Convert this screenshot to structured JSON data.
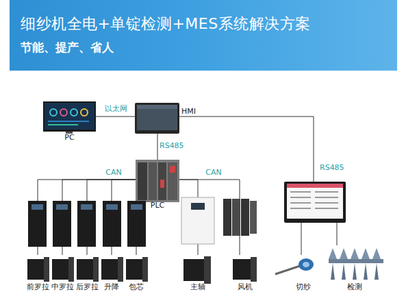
{
  "diagram": {
    "title": "细纱机全电+单锭检测+MES系统解决方案",
    "nodes": [
      {
        "text": [
          "PC"
        ]
      },
      {
        "text": [
          "HMI"
        ]
      },
      {
        "text": [
          "PLC"
        ]
      },
      {
        "text": []
      },
      {
        "text": [
          "前罗拉"
        ]
      },
      {
        "text": [
          "中罗拉"
        ]
      },
      {
        "text": [
          "后罗拉"
        ]
      },
      {
        "text": [
          "升降"
        ]
      },
      {
        "text": [
          "包芯"
        ]
      },
      {
        "text": [
          "主轴"
        ]
      },
      {
        "text": [
          "风机"
        ]
      },
      {
        "text": [
          "切纱"
        ]
      },
      {
        "text": [
          "检测"
        ]
      }
    ],
    "edges": [
      {
        "from": 0,
        "to": 1,
        "label": "以太网",
        "arrow": "none"
      },
      {
        "from": 1,
        "to": 2,
        "label": "RS485",
        "arrow": "none"
      },
      {
        "from": 1,
        "to": 3,
        "label": "RS485",
        "arrow": "none"
      },
      {
        "from": 2,
        "to": 4,
        "label": "CAN",
        "arrow": "none"
      },
      {
        "from": 2,
        "to": 5,
        "arrow": "none"
      },
      {
        "from": 2,
        "to": 6,
        "arrow": "none"
      },
      {
        "from": 2,
        "to": 7,
        "arrow": "none"
      },
      {
        "from": 2,
        "to": 8,
        "arrow": "none"
      },
      {
        "from": 2,
        "to": 9,
        "label": "CAN",
        "arrow": "none"
      },
      {
        "from": 2,
        "to": 10,
        "arrow": "none"
      },
      {
        "from": 3,
        "to": 11,
        "arrow": "none"
      },
      {
        "from": 3,
        "to": 12,
        "arrow": "none"
      }
    ],
    "labels": [
      "节能、提产、省人"
    ]
  }
}
